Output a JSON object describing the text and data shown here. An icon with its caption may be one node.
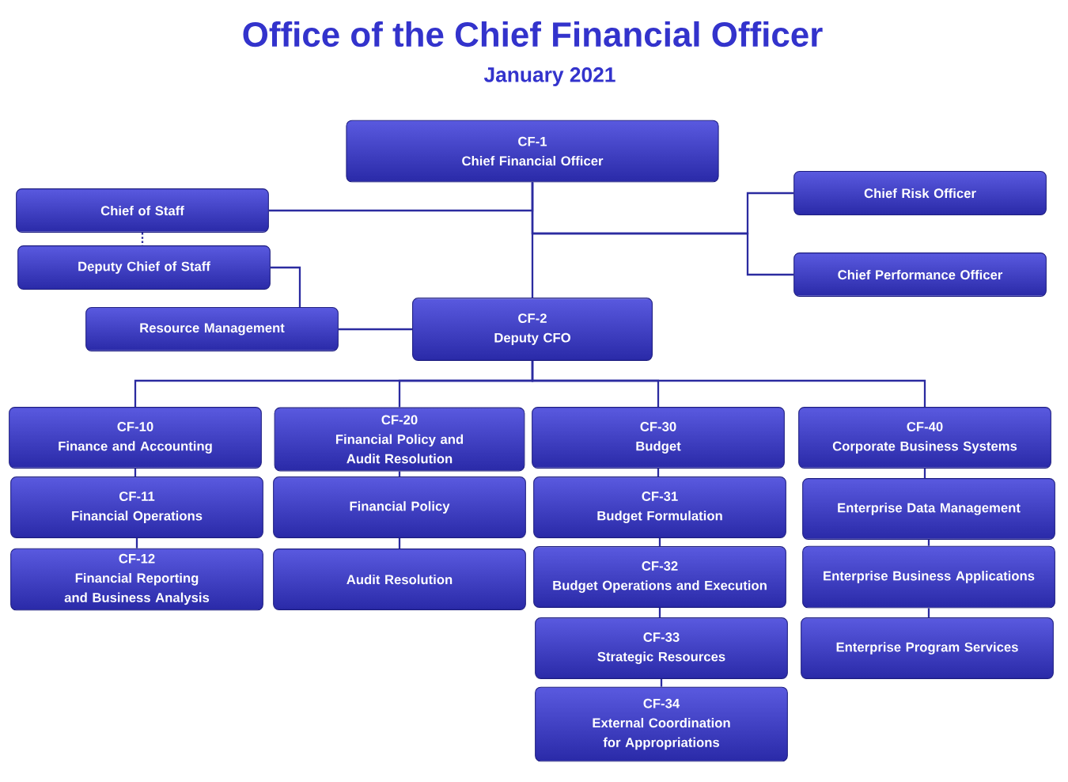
{
  "diagram": {
    "title": "Office of the Chief Financial Officer",
    "nodes": [
      {
        "text": [
          "CF-1",
          "Chief Financial Officer"
        ]
      },
      {
        "text": [
          "Chief of Staff"
        ]
      },
      {
        "text": [
          "Chief Risk Officer"
        ]
      },
      {
        "text": [
          "Deputy Chief of Staff"
        ]
      },
      {
        "text": [
          "Chief Performance Officer"
        ]
      },
      {
        "text": [
          "Resource Management"
        ]
      },
      {
        "text": [
          "CF-2",
          "Deputy CFO"
        ]
      },
      {
        "text": [
          "CF-10",
          "Finance and Accounting"
        ]
      },
      {
        "text": [
          "CF-20",
          "Financial Policy and Audit Resolution"
        ]
      },
      {
        "text": [
          "CF-30",
          "Budget"
        ]
      },
      {
        "text": [
          "CF-40",
          "Corporate Business Systems"
        ]
      },
      {
        "text": [
          "CF-11",
          "Financial Operations"
        ]
      },
      {
        "text": [
          "Financial Policy"
        ]
      },
      {
        "text": [
          "CF-31",
          "Budget Formulation"
        ]
      },
      {
        "text": [
          "Enterprise Data Management"
        ]
      },
      {
        "text": [
          "CF-12",
          "Financial Reporting and Business Analysis"
        ]
      },
      {
        "text": [
          "Audit Resolution"
        ]
      },
      {
        "text": [
          "CF-32",
          "Budget Operations and Execution"
        ]
      },
      {
        "text": [
          "Enterprise Business Applications"
        ]
      },
      {
        "text": [
          "CF-33",
          "Strategic Resources"
        ]
      },
      {
        "text": [
          "Enterprise Program Services"
        ]
      },
      {
        "text": [
          "CF-34",
          "External Coordination for Appropriations"
        ]
      }
    ],
    "edges": [
      {
        "from": 0,
        "to": 1,
        "arrow": "none"
      },
      {
        "from": 0,
        "to": 2,
        "arrow": "none"
      },
      {
        "from": 0,
        "to": 4,
        "arrow": "none"
      },
      {
        "from": 0,
        "to": 6,
        "arrow": "none"
      },
      {
        "from": 1,
        "to": 3,
        "arrow": "none",
        "style": "dashed"
      },
      {
        "from": 3,
        "to": 5,
        "arrow": "none"
      },
      {
        "from": 5,
        "to": 6,
        "arrow": "none"
      },
      {
        "from": 6,
        "to": 7,
        "arrow": "none"
      },
      {
        "from": 6,
        "to": 8,
        "arrow": "none"
      },
      {
        "from": 6,
        "to": 9,
        "arrow": "none"
      },
      {
        "from": 6,
        "to": 10,
        "arrow": "none"
      },
      {
        "from": 7,
        "to": 11,
        "arrow": "none"
      },
      {
        "from": 11,
        "to": 15,
        "arrow": "none"
      },
      {
        "from": 8,
        "to": 12,
        "arrow": "none"
      },
      {
        "from": 12,
        "to": 16,
        "arrow": "none"
      },
      {
        "from": 9,
        "to": 13,
        "arrow": "none"
      },
      {
        "from": 13,
        "to": 17,
        "arrow": "none"
      },
      {
        "from": 17,
        "to": 19,
        "arrow": "none"
      },
      {
        "from": 19,
        "to": 21,
        "arrow": "none"
      },
      {
        "from": 10,
        "to": 14,
        "arrow": "none"
      },
      {
        "from": 14,
        "to": 18,
        "arrow": "none"
      },
      {
        "from": 18,
        "to": 20,
        "arrow": "none"
      }
    ],
    "labels": [
      "January 2021"
    ]
  }
}
